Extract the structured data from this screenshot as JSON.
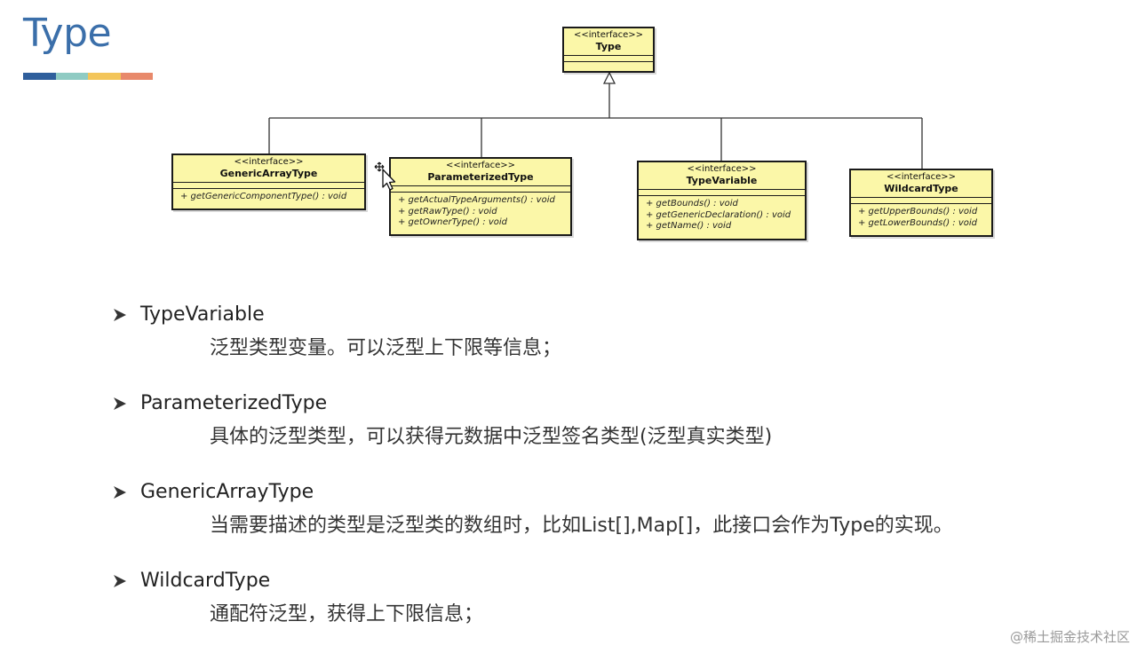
{
  "title": "Type",
  "title_bar_colors": [
    "#2f5f9c",
    "#8fcbc3",
    "#f3c55a",
    "#e8896b"
  ],
  "uml": {
    "root": {
      "stereotype": "<<interface>>",
      "name": "Type"
    },
    "children": [
      {
        "stereotype": "<<interface>>",
        "name": "GenericArrayType",
        "operations": [
          "+ getGenericComponentType() : void"
        ]
      },
      {
        "stereotype": "<<interface>>",
        "name": "ParameterizedType",
        "operations": [
          "+ getActualTypeArguments() : void",
          "+ getRawType() : void",
          "+ getOwnerType() : void"
        ]
      },
      {
        "stereotype": "<<interface>>",
        "name": "TypeVariable",
        "operations": [
          "+ getBounds() : void",
          "+ getGenericDeclaration() : void",
          "+ getName() : void"
        ]
      },
      {
        "stereotype": "<<interface>>",
        "name": "WildcardType",
        "operations": [
          "+ getUpperBounds() : void",
          "+ getLowerBounds() : void"
        ]
      }
    ]
  },
  "bullets": [
    {
      "heading": "TypeVariable",
      "description": "泛型类型变量。可以泛型上下限等信息；"
    },
    {
      "heading": "ParameterizedType",
      "description": "具体的泛型类型，可以获得元数据中泛型签名类型(泛型真实类型)"
    },
    {
      "heading": "GenericArrayType",
      "description": "当需要描述的类型是泛型类的数组时，比如List[],Map[]，此接口会作为Type的实现。"
    },
    {
      "heading": "WildcardType",
      "description": "通配符泛型，获得上下限信息；"
    }
  ],
  "watermark": "@稀土掘金技术社区"
}
